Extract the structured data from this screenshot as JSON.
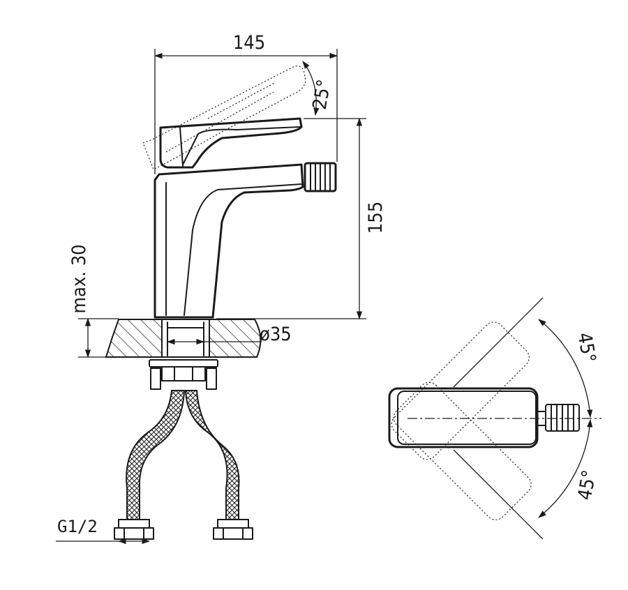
{
  "dimensions": {
    "width": "145",
    "height": "155",
    "lever_angle": "25°",
    "max_thickness": "max. 30",
    "hole_diameter": "ø35",
    "thread": "G1/2",
    "top_angle_upper": "45°",
    "top_angle_lower": "45°"
  },
  "colors": {
    "line": "#1a1a1a",
    "background": "#ffffff"
  }
}
